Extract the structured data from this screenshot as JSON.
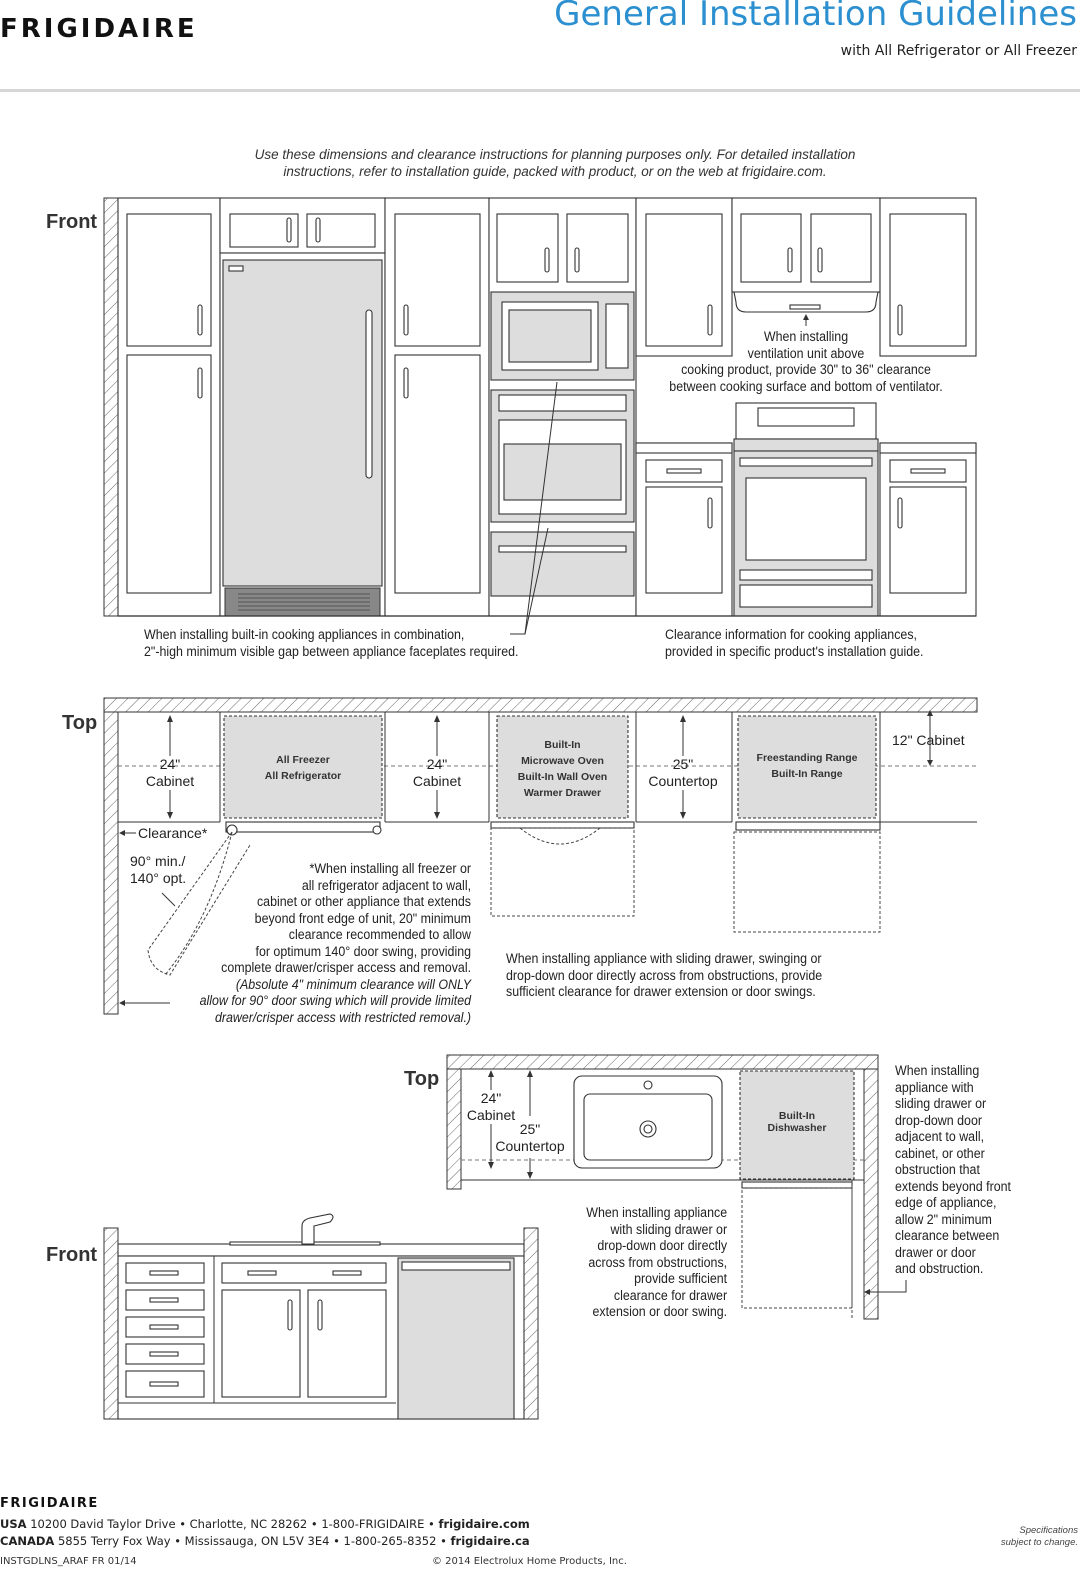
{
  "header": {
    "brand": "FRIGIDAIRE",
    "title": "General Installation Guidelines",
    "subtitle": "with All Refrigerator or All Freezer"
  },
  "intro": "Use these dimensions and clearance instructions for planning purposes only. For detailed installation instructions, refer to installation guide, packed with product, or on the web at frigidaire.com.",
  "front": {
    "section_label": "Front",
    "vent_note": [
      "When installing",
      "ventilation unit above",
      "cooking product, provide 30\" to 36\" clearance",
      "between cooking surface and bottom of ventilator."
    ],
    "combo_note": [
      "When installing built-in cooking appliances in combination,",
      "2\"-high minimum visible gap between appliance faceplates required."
    ],
    "clearance_note": [
      "Clearance information for cooking appliances,",
      "provided in specific product's installation guide."
    ]
  },
  "top": {
    "section_label": "Top",
    "cab1": "24\" Cabinet",
    "cab2": "24\" Cabinet",
    "counter": "25\" Countertop",
    "cab3": "12\" Cabinet",
    "freezer_label": [
      "All Freezer",
      "All Refrigerator"
    ],
    "oven_label": [
      "Built-In",
      "Microwave Oven",
      "Built-In Wall Oven",
      "Warmer Drawer"
    ],
    "range_label": [
      "Freestanding Range",
      "Built-In Range"
    ],
    "clearance": "Clearance*",
    "swing": [
      "90° min./",
      "140° opt."
    ],
    "freezer_note": [
      "*When installing all freezer or",
      "all refrigerator adjacent to wall,",
      "cabinet or other appliance that extends",
      "beyond front edge of unit, 20\" minimum",
      "clearance recommended to allow",
      "for optimum 140° door swing, providing",
      "complete drawer/crisper access and removal."
    ],
    "freezer_note_italic": [
      "(Absolute 4\" minimum clearance will ONLY",
      "allow for 90° door swing which will provide limited",
      "drawer/crisper access with restricted removal.)"
    ],
    "drawer_note": [
      "When installing appliance with sliding drawer, swinging or",
      "drop-down door directly across from obstructions, provide",
      "sufficient clearance for drawer extension or door swings."
    ]
  },
  "sink_top": {
    "section_label": "Top",
    "cab": "24\" Cabinet",
    "counter": "25\" Countertop",
    "dishwasher_label": [
      "Built-In",
      "Dishwasher"
    ],
    "across_note": [
      "When installing appliance",
      "with sliding drawer or",
      "drop-down door directly",
      "across from obstructions,",
      "provide sufficient",
      "clearance for drawer",
      "extension or door swing."
    ],
    "adjacent_note": [
      "When installing",
      "appliance with",
      "sliding drawer or",
      "drop-down door",
      "adjacent to wall,",
      "cabinet, or other",
      "obstruction that",
      "extends beyond front",
      "edge of appliance,",
      "allow 2\" minimum",
      "clearance between",
      "drawer or door",
      "and obstruction."
    ]
  },
  "sink_front": {
    "section_label": "Front"
  },
  "footer": {
    "brand": "FRIGIDAIRE",
    "usa_country": "USA",
    "usa_address": "10200 David Taylor Drive • Charlotte, NC 28262 • 1-800-FRIGIDAIRE •",
    "usa_web": "frigidaire.com",
    "canada_country": "CANADA",
    "canada_address": "5855 Terry Fox Way • Mississauga, ON L5V 3E4 • 1-800-265-8352 •",
    "canada_web": "frigidaire.ca",
    "doc_code": "INSTGDLNS_ARAF FR 01/14",
    "copyright": "© 2014 Electrolux Home Products, Inc.",
    "spec_note": [
      "Specifications",
      "subject to change."
    ]
  },
  "colors": {
    "title": "#2b8fd0",
    "appliance_fill": "#dddddd",
    "line": "#333333"
  }
}
